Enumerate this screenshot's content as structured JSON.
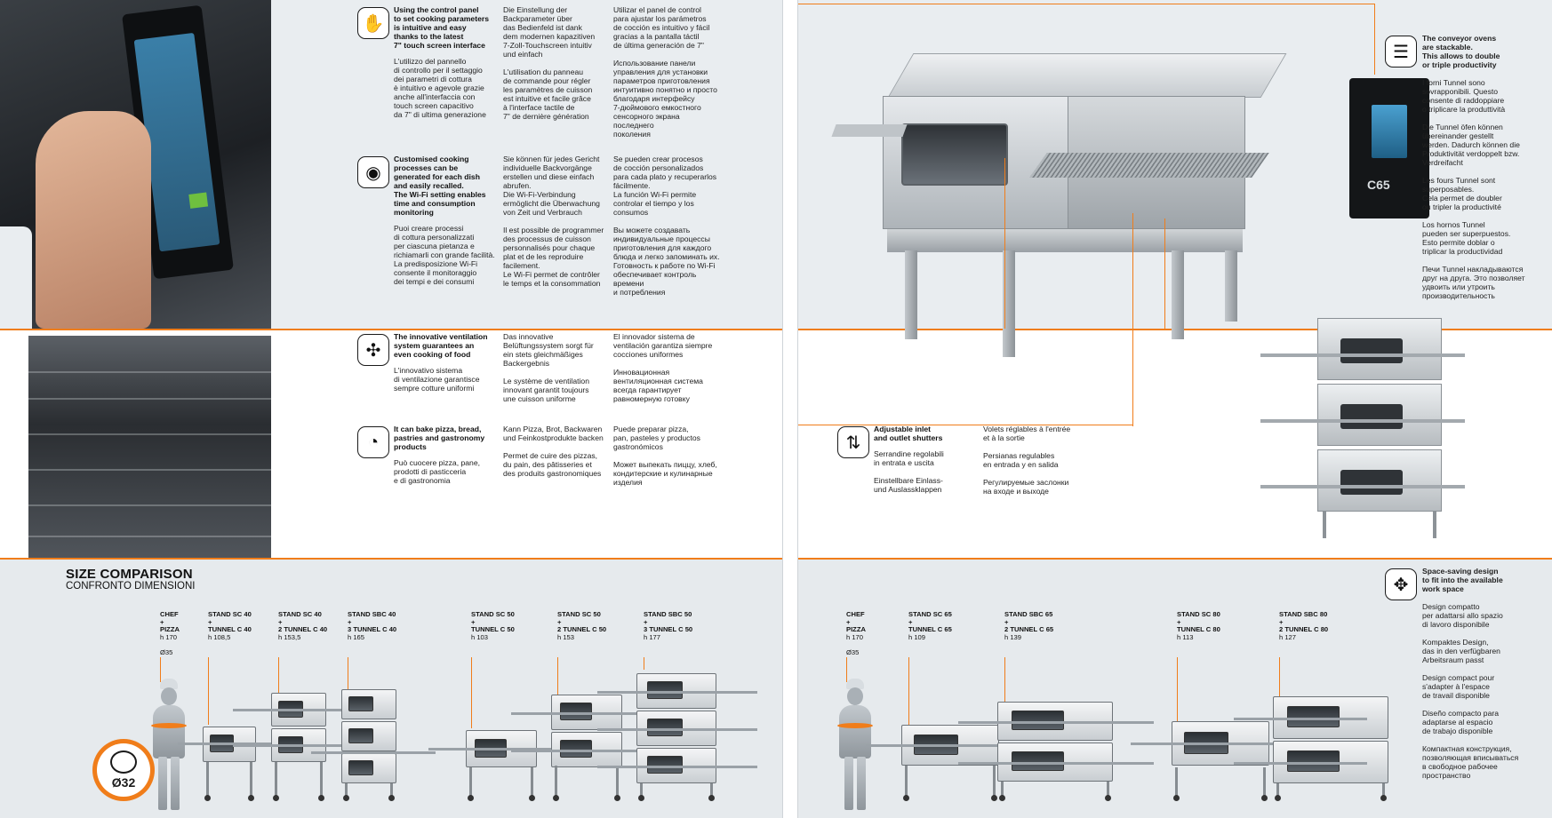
{
  "left_page": {
    "features": [
      {
        "icon": "touch-panel-icon",
        "en_title": "Using the control panel\nto set cooking parameters\nis intuitive and easy\nthanks to the latest\n7\" touch screen interface",
        "it": "L'utilizzo del pannello\ndi controllo per il settaggio\ndei parametri di cottura\nè intuitivo e agevole grazie\nanche all'interfaccia con\ntouch screen capacitivo\nda 7\" di ultima generazione",
        "de": "Die Einstellung der\nBackparameter über\ndas Bedienfeld ist dank\ndem modernen kapazitiven\n7-Zoll-Touchscreen intuitiv\nund einfach",
        "fr": "L'utilisation du panneau\nde commande pour régler\nles paramètres de cuisson\nest intuitive et facile grâce\nà l'interface tactile de\n7\" de dernière génération",
        "es": "Utilizar el panel de control\npara ajustar los parámetros\nde cocción es intuitivo y fácil\ngracias a la pantalla táctil\nde última generación de 7\"",
        "ru": "Использование панели\nуправления для установки\nпараметров приготовления\nинтуитивно понятно и просто\nблагодаря интерфейсу\n7-дюймового емкостного\nсенсорного экрана последнего\nпоколения"
      },
      {
        "icon": "wifi-settings-icon",
        "en_title": "Customised cooking\nprocesses can be\ngenerated for each dish\nand easily recalled.\nThe Wi-Fi setting enables\ntime and consumption\nmonitoring",
        "it": "Puoi creare processi\ndi cottura personalizzati\nper ciascuna pietanza e\nrichiamarli con grande facilità.\nLa predisposizione Wi-Fi\nconsente il monitoraggio\ndei tempi e dei consumi",
        "de": "Sie können für jedes Gericht\nindividuelle Backvorgänge\nerstellen und diese einfach\nabrufen.\nDie Wi-Fi-Verbindung\nermöglicht die Überwachung\nvon Zeit und Verbrauch",
        "fr": "Il est possible de programmer\ndes processus de cuisson\npersonnalisés pour chaque\nplat et de les reproduire\nfacilement.\nLe Wi-Fi permet de contrôler\nle temps et la consommation",
        "es": "Se pueden crear procesos\nde cocción personalizados\npara cada plato y recuperarlos\nfácilmente.\nLa función Wi-Fi permite\ncontrolar el tiempo y los\nconsumos",
        "ru": "Вы можете создавать\nиндивидуальные процессы\nприготовления для каждого\nблюда и легко запоминать их.\nГотовность к работе по Wi-Fi\nобеспечивает контроль времени\nи потребления"
      },
      {
        "icon": "fan-ventilation-icon",
        "en_title": "The innovative ventilation\nsystem guarantees an\neven cooking of food",
        "it": "L'innovativo sistema\ndi ventilazione garantisce\nsempre cotture uniformi",
        "de": "Das innovative\nBelüftungssystem sorgt für\nein stets gleichmäßiges\nBackergebnis",
        "fr": "Le système de ventilation\ninnovant garantit toujours\nune cuisson uniforme",
        "es": "El innovador sistema de\nventilación garantiza siempre\ncocciones uniformes",
        "ru": "Инновационная\nвентиляционная система\nвсегда гарантирует\nравномерную готовку"
      },
      {
        "icon": "pizza-pastry-icon",
        "en_title": "It can bake pizza, bread,\npastries and gastronomy\nproducts",
        "it": "Può cuocere pizza, pane,\nprodotti di pasticceria\ne di gastronomia",
        "de": "Kann Pizza, Brot, Backwaren\nund Feinkostprodukte backen",
        "fr": "Permet de cuire des pizzas,\ndu pain, des pâtisseries et\ndes produits gastronomiques",
        "es": "Puede preparar pizza,\npan, pasteles y productos\ngastronómicos",
        "ru": "Может выпекать пиццу, хлеб,\nкондитерские и кулинарные\nизделия"
      }
    ],
    "size_title": "SIZE COMPARISON",
    "size_subtitle": "CONFRONTO DIMENSIONI",
    "badge_value": "Ø32",
    "models": [
      {
        "name": "CHEF\n+\nPIZZA",
        "height": "h 170\n\nØ35"
      },
      {
        "name": "STAND SC 40\n+\nTUNNEL C 40",
        "height": "h 108,5"
      },
      {
        "name": "STAND SC 40\n+\n2 TUNNEL C 40",
        "height": "h 153,5"
      },
      {
        "name": "STAND SBC 40\n+\n3 TUNNEL C 40",
        "height": "h 165"
      },
      {
        "name": "STAND SC 50\n+\nTUNNEL C 50",
        "height": "h 103"
      },
      {
        "name": "STAND SC 50\n+\n2 TUNNEL C 50",
        "height": "h 153"
      },
      {
        "name": "STAND SBC 50\n+\n3 TUNNEL C 50",
        "height": "h 177"
      }
    ]
  },
  "right_page": {
    "stackable": {
      "icon": "stacked-ovens-icon",
      "en_title": "The conveyor ovens\nare stackable.\nThis allows to double\nor triple productivity",
      "it": "I forni Tunnel sono\nsovrapponibili. Questo\nconsente di raddoppiare\no triplicare la produttività",
      "de": "Die Tunnel öfen können\nübereinander gestellt\nwerden. Dadurch können die\nProduktivität verdoppelt bzw.\nVerdreifacht",
      "fr": "Les fours Tunnel sont\nsuperposables.\nCela permet de doubler\nou tripler la productivité",
      "es": "Los hornos Tunnel\npueden ser superpuestos.\nEsto permite doblar o\ntriplicar la productividad",
      "ru": "Печи Tunnel накладываются\nдруг на друга. Это позволяет\nудвоить или утроить\nпроизводительность"
    },
    "shutters": {
      "icon": "shutter-arrows-icon",
      "en_title": "Adjustable inlet\nand outlet shutters",
      "it": "Serrandine regolabili\nin entrata e uscita",
      "de": "Einstellbare Einlass-\nund Auslassklappen",
      "fr": "Volets réglables à l'entrée\net à la sortie",
      "es": "Persianas regulables\nen entrada y en salida",
      "ru": "Регулируемые заслонки\nна входе и выходе"
    },
    "panel_brand": "C65",
    "space_saving": {
      "icon": "space-saving-icon",
      "en_title": "Space-saving design\nto fit into the available\nwork space",
      "it": "Design compatto\nper adattarsi allo spazio\ndi lavoro disponibile",
      "de": "Kompaktes Design,\ndas in den verfügbaren\nArbeitsraum passt",
      "fr": "Design compact pour\ns'adapter à l'espace\nde travail disponible",
      "es": "Diseño compacto para\nadaptarse al espacio\nde trabajo disponible",
      "ru": "Компактная конструкция,\nпозволяющая вписываться\nв свободное рабочее\nпространство"
    },
    "models": [
      {
        "name": "CHEF\n+\nPIZZA",
        "height": "h 170\n\nØ35"
      },
      {
        "name": "STAND SC 65\n+\nTUNNEL C 65",
        "height": "h 109"
      },
      {
        "name": "STAND SBC 65\n+\n2 TUNNEL C 65",
        "height": "h 139"
      },
      {
        "name": "STAND SC 80\n+\nTUNNEL C 80",
        "height": "h 113"
      },
      {
        "name": "STAND SBC 80\n+\n2 TUNNEL C 80",
        "height": "h 127"
      }
    ]
  },
  "colors": {
    "accent": "#f07d1a",
    "band": "#e9edf0",
    "ink": "#1a1a1a"
  }
}
